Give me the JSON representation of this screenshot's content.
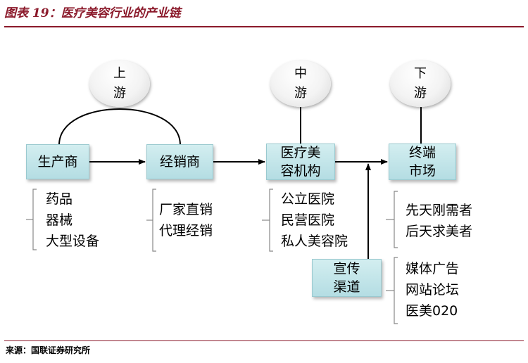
{
  "header": {
    "title": "图表 19：医疗美容行业的产业链"
  },
  "footer": {
    "source": "来源：国联证券研究所"
  },
  "stages": {
    "upstream": [
      "上",
      "游"
    ],
    "midstream": [
      "中",
      "游"
    ],
    "downstream": [
      "下",
      "游"
    ]
  },
  "nodes": {
    "producer": [
      "生产商"
    ],
    "distributor": [
      "经销商"
    ],
    "institution": [
      "医疗美",
      "容机构"
    ],
    "market": [
      "终端",
      "市场"
    ],
    "channel": [
      "宣传",
      "渠道"
    ]
  },
  "lists": {
    "producer_items": [
      "药品",
      "器械",
      "大型设备"
    ],
    "distributor_items": [
      "厂家直销",
      "代理经销"
    ],
    "institution_items": [
      "公立医院",
      "民营医院",
      "私人美容院"
    ],
    "market_items": [
      "先天刚需者",
      "后天求美者"
    ],
    "channel_items": [
      "媒体广告",
      "网站论坛",
      "医美020"
    ]
  }
}
